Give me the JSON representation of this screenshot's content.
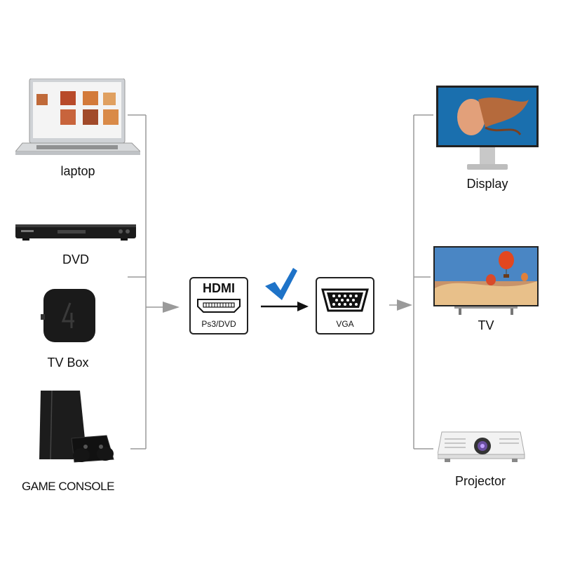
{
  "sources": [
    {
      "id": "laptop",
      "label": "laptop"
    },
    {
      "id": "dvd",
      "label": "DVD"
    },
    {
      "id": "tvbox",
      "label": "TV Box"
    },
    {
      "id": "console",
      "label": "GAME CONSOLE"
    }
  ],
  "adapter": {
    "input_title": "HDMI",
    "input_sub": "Ps3/DVD",
    "output_sub": "VGA"
  },
  "outputs": [
    {
      "id": "display",
      "label": "Display"
    },
    {
      "id": "tv",
      "label": "TV"
    },
    {
      "id": "projector",
      "label": "Projector"
    }
  ],
  "colors": {
    "line": "#9a9a9a",
    "arrow": "#9a9a9a",
    "check": "#1e73c8",
    "box_border": "#222222"
  }
}
